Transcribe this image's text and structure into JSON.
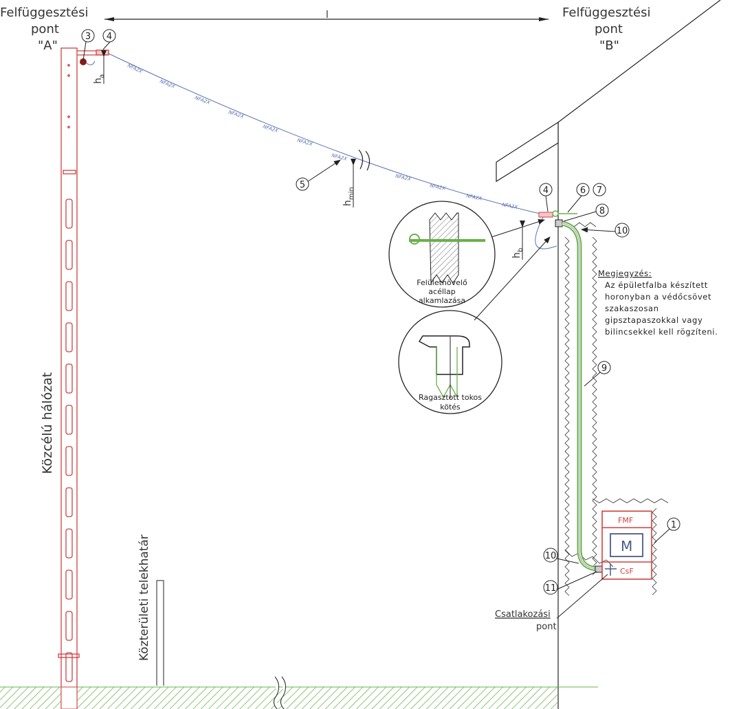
{
  "labels": {
    "point_a": [
      "Felfüggesztési",
      "pont",
      "\"A\""
    ],
    "point_b": [
      "Felfüggesztési",
      "pont",
      "\"B\""
    ],
    "span": "l",
    "public_network": "Közcélú hálózat",
    "property_line": "Közterületi telekhatár",
    "ha": "h",
    "ha_sub": "a",
    "hmin": "h",
    "hmin_sub": "min",
    "hb": "h",
    "hb_sub": "b",
    "cable_type": "NFA2X",
    "connection_point": [
      "Csatlakozási",
      "pont"
    ]
  },
  "details": {
    "steel_plate": [
      "Felületnövelő",
      "acéllap",
      "alkamlazása"
    ],
    "glued_joint": [
      "Ragasztott tokos",
      "kötés"
    ]
  },
  "note": {
    "title": "Megjegyzés:",
    "lines": [
      "Az épületfalba készített",
      "horonyban a védőcsövet",
      "szakaszosan",
      "gipsztapaszokkal vagy",
      "bilincsekkel kell rögzíteni."
    ]
  },
  "meter_box": {
    "top": "FMF",
    "meter": "M",
    "bottom": "CsF"
  },
  "markers": [
    "3",
    "4",
    "4",
    "6",
    "7",
    "8",
    "10",
    "5",
    "9",
    "1",
    "10",
    "11"
  ],
  "colors": {
    "pole": "#d04040",
    "cable": "#5a6fb0",
    "pipe": "#6ab04c",
    "ground": "#6ab04c"
  }
}
